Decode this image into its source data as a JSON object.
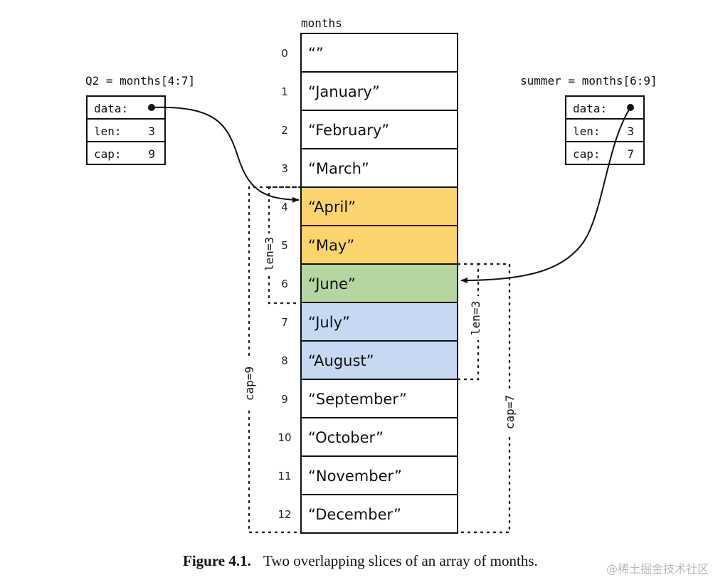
{
  "array": {
    "name": "months",
    "cells": [
      {
        "index": "0",
        "value": "“”",
        "fill": "#ffffff"
      },
      {
        "index": "1",
        "value": "“January”",
        "fill": "#ffffff"
      },
      {
        "index": "2",
        "value": "“February”",
        "fill": "#ffffff"
      },
      {
        "index": "3",
        "value": "“March”",
        "fill": "#ffffff"
      },
      {
        "index": "4",
        "value": "“April”",
        "fill": "#fcd46e"
      },
      {
        "index": "5",
        "value": "“May”",
        "fill": "#fcd46e"
      },
      {
        "index": "6",
        "value": "“June”",
        "fill": "#b5d6a0"
      },
      {
        "index": "7",
        "value": "“July”",
        "fill": "#c6d8f2"
      },
      {
        "index": "8",
        "value": "“August”",
        "fill": "#c6d8f2"
      },
      {
        "index": "9",
        "value": "“September”",
        "fill": "#ffffff"
      },
      {
        "index": "10",
        "value": "“October”",
        "fill": "#ffffff"
      },
      {
        "index": "11",
        "value": "“November”",
        "fill": "#ffffff"
      },
      {
        "index": "12",
        "value": "“December”",
        "fill": "#ffffff"
      }
    ]
  },
  "slice_q2": {
    "title": "Q2 = months[4:7]",
    "rows": [
      {
        "key": "data:",
        "value": ""
      },
      {
        "key": "len:",
        "value": "3"
      },
      {
        "key": "cap:",
        "value": "9"
      }
    ],
    "len_label": "len=3",
    "cap_label": "cap=9"
  },
  "slice_summer": {
    "title": "summer = months[6:9]",
    "rows": [
      {
        "key": "data:",
        "value": ""
      },
      {
        "key": "len:",
        "value": "3"
      },
      {
        "key": "cap:",
        "value": "7"
      }
    ],
    "len_label": "len=3",
    "cap_label": "cap=7"
  },
  "caption": {
    "label": "Figure 4.1.",
    "text": "Two overlapping slices of an array of months."
  },
  "watermark": "@稀土掘金技术社区"
}
